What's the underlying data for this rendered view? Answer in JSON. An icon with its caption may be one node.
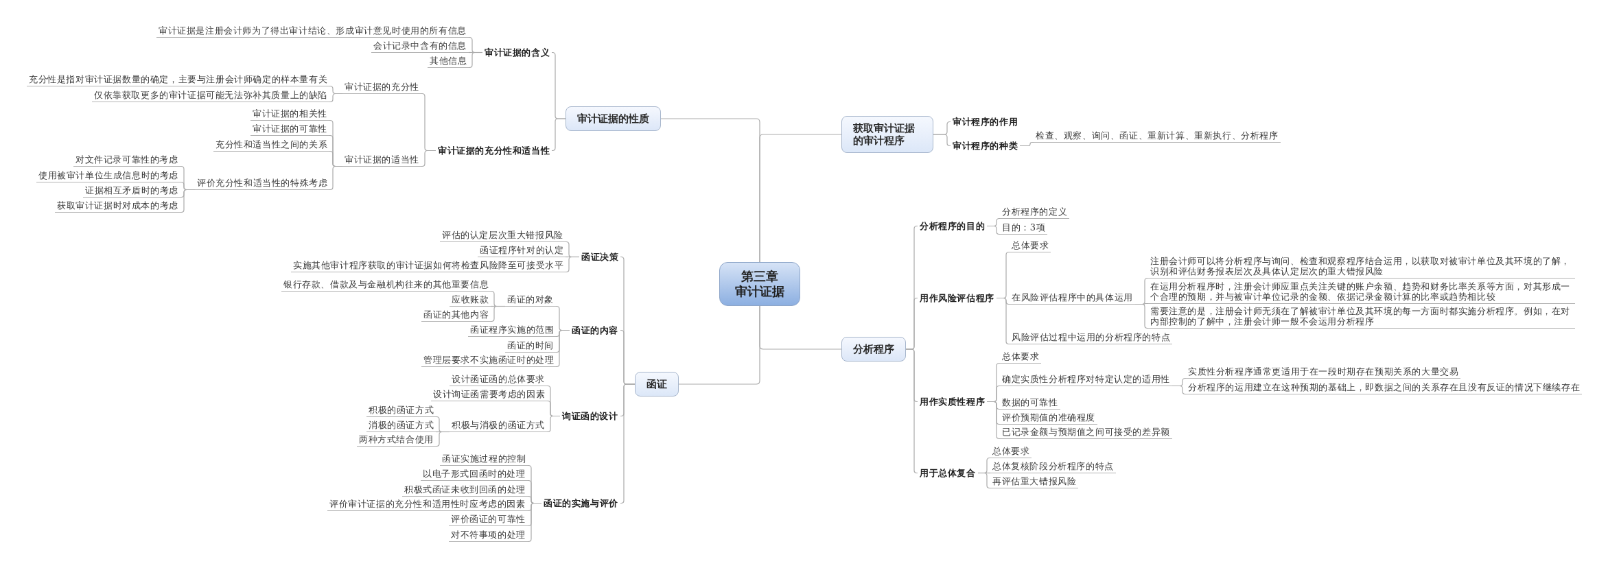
{
  "diagram": {
    "nodes": [
      {
        "text": [
          "第三章",
          "审计证据"
        ]
      },
      {
        "text": [
          "审计证据的性质"
        ]
      },
      {
        "text": [
          "审计证据的含义"
        ]
      },
      {
        "text": [
          "审计证据是注册会计师为了得出审计结论、形成审计意见时使用的所有信息"
        ]
      },
      {
        "text": [
          "会计记录中含有的信息"
        ]
      },
      {
        "text": [
          "其他信息"
        ]
      },
      {
        "text": [
          "审计证据的充分性和适当性"
        ]
      },
      {
        "text": [
          "审计证据的充分性"
        ]
      },
      {
        "text": [
          "充分性是指对审计证据数量的确定，主要与注册会计师确定的样本量有关"
        ]
      },
      {
        "text": [
          "仅依靠获取更多的审计证据可能无法弥补其质量上的缺陷"
        ]
      },
      {
        "text": [
          "审计证据的适当性"
        ]
      },
      {
        "text": [
          "审计证据的相关性"
        ]
      },
      {
        "text": [
          "审计证据的可靠性"
        ]
      },
      {
        "text": [
          "充分性和适当性之间的关系"
        ]
      },
      {
        "text": [
          "评价充分性和适当性的特殊考虑"
        ]
      },
      {
        "text": [
          "对文件记录可靠性的考虑"
        ]
      },
      {
        "text": [
          "使用被审计单位生成信息时的考虑"
        ]
      },
      {
        "text": [
          "证据相互矛盾时的考虑"
        ]
      },
      {
        "text": [
          "获取审计证据时对成本的考虑"
        ]
      },
      {
        "text": [
          "获取审计证据的审计程序"
        ]
      },
      {
        "text": [
          "审计程序的作用"
        ]
      },
      {
        "text": [
          "审计程序的种类"
        ]
      },
      {
        "text": [
          "检查、观察、询问、函证、重新计算、重新执行、分析程序"
        ]
      },
      {
        "text": [
          "分析程序"
        ]
      },
      {
        "text": [
          "分析程序的目的"
        ]
      },
      {
        "text": [
          "分析程序的定义"
        ]
      },
      {
        "text": [
          "目的：3项"
        ]
      },
      {
        "text": [
          "用作风险评估程序"
        ]
      },
      {
        "text": [
          "总体要求"
        ]
      },
      {
        "text": [
          "在风险评估程序中的具体运用"
        ]
      },
      {
        "text": [
          "注册会计师可以将分析程序与询问、检查和观察程序结合运用，以获取对被审计单位及其环境的了解，识别和评估财务报表层次及具体认定层次的重大错报风险"
        ]
      },
      {
        "text": [
          "在运用分析程序时，注册会计师应重点关注关键的账户余额、趋势和财务比率关系等方面，对其形成一个合理的预期，并与被审计单位记录的金额、依据记录金额计算的比率或趋势相比较"
        ]
      },
      {
        "text": [
          "需要注意的是，注册会计师无须在了解被审计单位及其环境的每一方面时都实施分析程序。例如，在对内部控制的了解中，注册会计师一般不会运用分析程序"
        ]
      },
      {
        "text": [
          "风险评估过程中运用的分析程序的特点"
        ]
      },
      {
        "text": [
          "用作实质性程序"
        ]
      },
      {
        "text": [
          "总体要求"
        ]
      },
      {
        "text": [
          "确定实质性分析程序对特定认定的适用性"
        ]
      },
      {
        "text": [
          "实质性分析程序通常更适用于在一段时期存在预期关系的大量交易"
        ]
      },
      {
        "text": [
          "分析程序的运用建立在这种预期的基础上，即数据之间的关系存在且没有反证的情况下继续存在"
        ]
      },
      {
        "text": [
          "数据的可靠性"
        ]
      },
      {
        "text": [
          "评价预期值的准确程度"
        ]
      },
      {
        "text": [
          "已记录金额与预期值之间可接受的差异额"
        ]
      },
      {
        "text": [
          "用于总体复合"
        ]
      },
      {
        "text": [
          "总体要求"
        ]
      },
      {
        "text": [
          "总体复核阶段分析程序的特点"
        ]
      },
      {
        "text": [
          "再评估重大错报风险"
        ]
      },
      {
        "text": [
          "函证"
        ]
      },
      {
        "text": [
          "函证决策"
        ]
      },
      {
        "text": [
          "评估的认定层次重大错报风险"
        ]
      },
      {
        "text": [
          "函证程序针对的认定"
        ]
      },
      {
        "text": [
          "实施其他审计程序获取的审计证据如何将检查风险降至可接受水平"
        ]
      },
      {
        "text": [
          "函证的内容"
        ]
      },
      {
        "text": [
          "函证的对象"
        ]
      },
      {
        "text": [
          "银行存款、借款及与金融机构往来的其他重要信息"
        ]
      },
      {
        "text": [
          "应收账款"
        ]
      },
      {
        "text": [
          "函证的其他内容"
        ]
      },
      {
        "text": [
          "函证程序实施的范围"
        ]
      },
      {
        "text": [
          "函证的时间"
        ]
      },
      {
        "text": [
          "管理层要求不实施函证时的处理"
        ]
      },
      {
        "text": [
          "询证函的设计"
        ]
      },
      {
        "text": [
          "设计函证函的总体要求"
        ]
      },
      {
        "text": [
          "设计询证函需要考虑的因素"
        ]
      },
      {
        "text": [
          "积极与消极的函证方式"
        ]
      },
      {
        "text": [
          "积极的函证方式"
        ]
      },
      {
        "text": [
          "消极的函证方式"
        ]
      },
      {
        "text": [
          "两种方式结合使用"
        ]
      },
      {
        "text": [
          "函证的实施与评价"
        ]
      },
      {
        "text": [
          "函证实施过程的控制"
        ]
      },
      {
        "text": [
          "以电子形式回函时的处理"
        ]
      },
      {
        "text": [
          "积极式函证未收到回函的处理"
        ]
      },
      {
        "text": [
          "评价审计证据的充分性和适用性时应考虑的因素"
        ]
      },
      {
        "text": [
          "评价函证的可靠性"
        ]
      },
      {
        "text": [
          "对不符事项的处理"
        ]
      }
    ],
    "edges": [
      {
        "from": 0,
        "to": 1,
        "arrow": "none"
      },
      {
        "from": 1,
        "to": 2,
        "arrow": "none"
      },
      {
        "from": 2,
        "to": 3,
        "arrow": "none"
      },
      {
        "from": 2,
        "to": 4,
        "arrow": "none"
      },
      {
        "from": 2,
        "to": 5,
        "arrow": "none"
      },
      {
        "from": 1,
        "to": 6,
        "arrow": "none"
      },
      {
        "from": 6,
        "to": 7,
        "arrow": "none"
      },
      {
        "from": 7,
        "to": 8,
        "arrow": "none"
      },
      {
        "from": 7,
        "to": 9,
        "arrow": "none"
      },
      {
        "from": 6,
        "to": 10,
        "arrow": "none"
      },
      {
        "from": 10,
        "to": 11,
        "arrow": "none"
      },
      {
        "from": 10,
        "to": 12,
        "arrow": "none"
      },
      {
        "from": 10,
        "to": 13,
        "arrow": "none"
      },
      {
        "from": 10,
        "to": 14,
        "arrow": "none"
      },
      {
        "from": 14,
        "to": 15,
        "arrow": "none"
      },
      {
        "from": 14,
        "to": 16,
        "arrow": "none"
      },
      {
        "from": 14,
        "to": 17,
        "arrow": "none"
      },
      {
        "from": 14,
        "to": 18,
        "arrow": "none"
      },
      {
        "from": 0,
        "to": 19,
        "arrow": "none"
      },
      {
        "from": 19,
        "to": 20,
        "arrow": "none"
      },
      {
        "from": 19,
        "to": 21,
        "arrow": "none"
      },
      {
        "from": 21,
        "to": 22,
        "arrow": "none"
      },
      {
        "from": 0,
        "to": 23,
        "arrow": "none"
      },
      {
        "from": 23,
        "to": 24,
        "arrow": "none"
      },
      {
        "from": 24,
        "to": 25,
        "arrow": "none"
      },
      {
        "from": 24,
        "to": 26,
        "arrow": "none"
      },
      {
        "from": 23,
        "to": 27,
        "arrow": "none"
      },
      {
        "from": 27,
        "to": 28,
        "arrow": "none"
      },
      {
        "from": 27,
        "to": 29,
        "arrow": "none"
      },
      {
        "from": 29,
        "to": 30,
        "arrow": "none"
      },
      {
        "from": 29,
        "to": 31,
        "arrow": "none"
      },
      {
        "from": 29,
        "to": 32,
        "arrow": "none"
      },
      {
        "from": 27,
        "to": 33,
        "arrow": "none"
      },
      {
        "from": 23,
        "to": 34,
        "arrow": "none"
      },
      {
        "from": 34,
        "to": 35,
        "arrow": "none"
      },
      {
        "from": 34,
        "to": 36,
        "arrow": "none"
      },
      {
        "from": 36,
        "to": 37,
        "arrow": "none"
      },
      {
        "from": 36,
        "to": 38,
        "arrow": "none"
      },
      {
        "from": 34,
        "to": 39,
        "arrow": "none"
      },
      {
        "from": 34,
        "to": 40,
        "arrow": "none"
      },
      {
        "from": 34,
        "to": 41,
        "arrow": "none"
      },
      {
        "from": 23,
        "to": 42,
        "arrow": "none"
      },
      {
        "from": 42,
        "to": 43,
        "arrow": "none"
      },
      {
        "from": 42,
        "to": 44,
        "arrow": "none"
      },
      {
        "from": 42,
        "to": 45,
        "arrow": "none"
      },
      {
        "from": 0,
        "to": 46,
        "arrow": "none"
      },
      {
        "from": 46,
        "to": 47,
        "arrow": "none"
      },
      {
        "from": 47,
        "to": 48,
        "arrow": "none"
      },
      {
        "from": 47,
        "to": 49,
        "arrow": "none"
      },
      {
        "from": 47,
        "to": 50,
        "arrow": "none"
      },
      {
        "from": 46,
        "to": 51,
        "arrow": "none"
      },
      {
        "from": 51,
        "to": 52,
        "arrow": "none"
      },
      {
        "from": 52,
        "to": 53,
        "arrow": "none"
      },
      {
        "from": 52,
        "to": 54,
        "arrow": "none"
      },
      {
        "from": 52,
        "to": 55,
        "arrow": "none"
      },
      {
        "from": 51,
        "to": 56,
        "arrow": "none"
      },
      {
        "from": 51,
        "to": 57,
        "arrow": "none"
      },
      {
        "from": 51,
        "to": 58,
        "arrow": "none"
      },
      {
        "from": 46,
        "to": 59,
        "arrow": "none"
      },
      {
        "from": 59,
        "to": 60,
        "arrow": "none"
      },
      {
        "from": 59,
        "to": 61,
        "arrow": "none"
      },
      {
        "from": 59,
        "to": 62,
        "arrow": "none"
      },
      {
        "from": 62,
        "to": 63,
        "arrow": "none"
      },
      {
        "from": 62,
        "to": 64,
        "arrow": "none"
      },
      {
        "from": 62,
        "to": 65,
        "arrow": "none"
      },
      {
        "from": 46,
        "to": 66,
        "arrow": "none"
      },
      {
        "from": 66,
        "to": 67,
        "arrow": "none"
      },
      {
        "from": 66,
        "to": 68,
        "arrow": "none"
      },
      {
        "from": 66,
        "to": 69,
        "arrow": "none"
      },
      {
        "from": 66,
        "to": 70,
        "arrow": "none"
      },
      {
        "from": 66,
        "to": 71,
        "arrow": "none"
      },
      {
        "from": 66,
        "to": 72,
        "arrow": "none"
      }
    ]
  }
}
